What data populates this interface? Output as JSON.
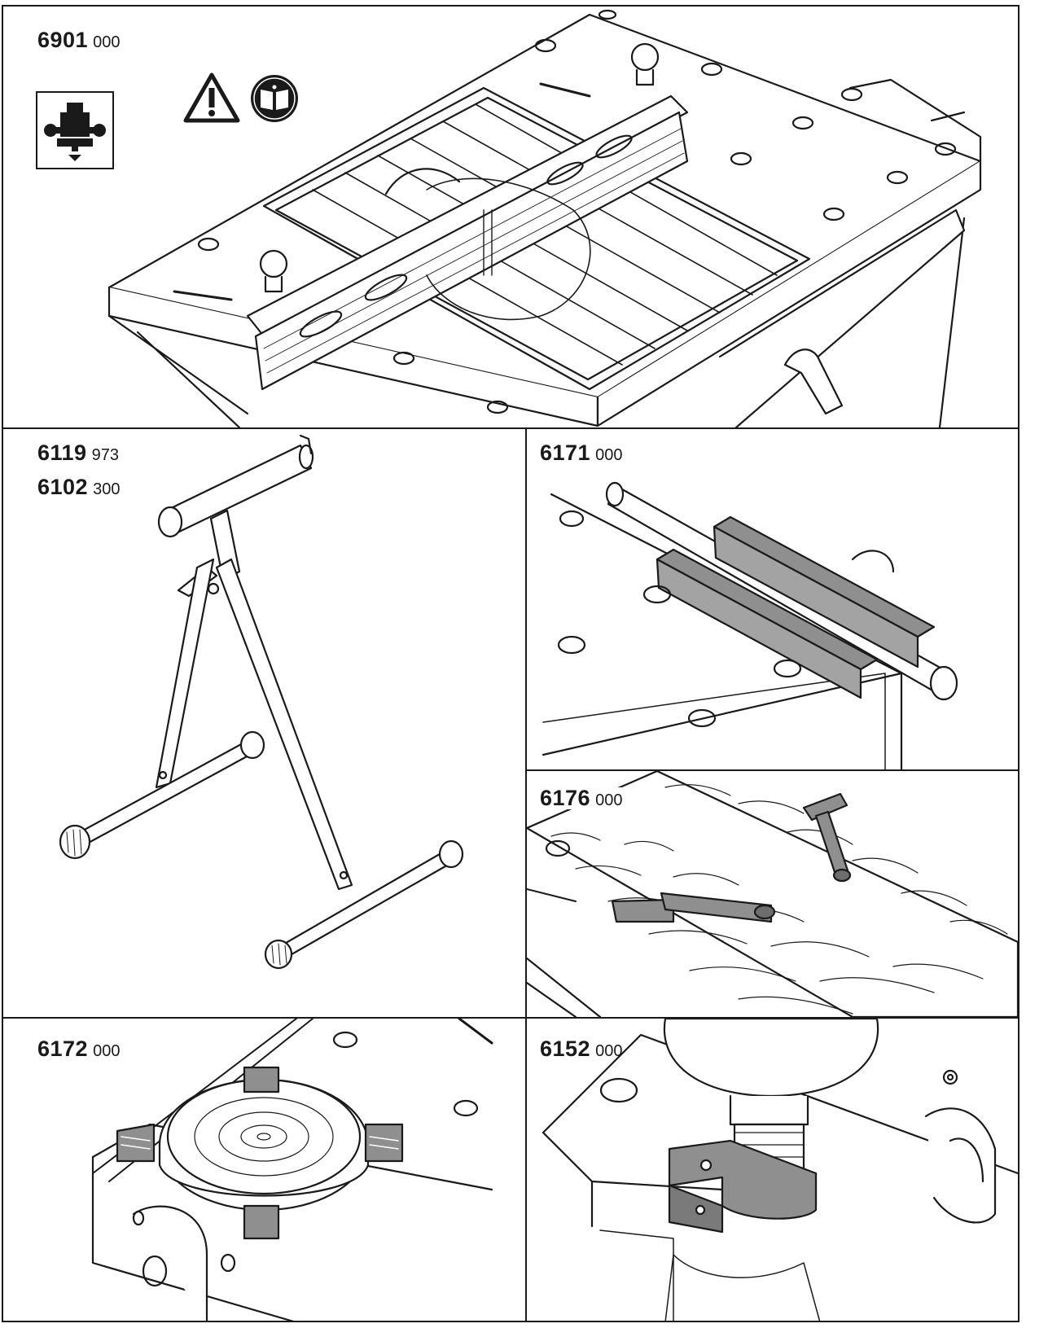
{
  "panels": {
    "router_table": {
      "number": "6901",
      "suffix": "000"
    },
    "roller_stand": {
      "number": "6119",
      "suffix": "973",
      "number2": "6102",
      "suffix2": "300"
    },
    "stop_rail": {
      "number": "6171",
      "suffix": "000"
    },
    "hold_down": {
      "number": "6176",
      "suffix": "000"
    },
    "round_clamp": {
      "number": "6172",
      "suffix": "000"
    },
    "drill_holder": {
      "number": "6152",
      "suffix": "000"
    }
  },
  "icons": {
    "router": "router-icon",
    "warning": "warning-icon",
    "manual": "read-manual-icon"
  },
  "colors": {
    "line": "#1a1a1a",
    "accessory_gray": "#8f8f8f",
    "dark_gray": "#6d6d6d",
    "light_fill": "#f3f3f3"
  }
}
